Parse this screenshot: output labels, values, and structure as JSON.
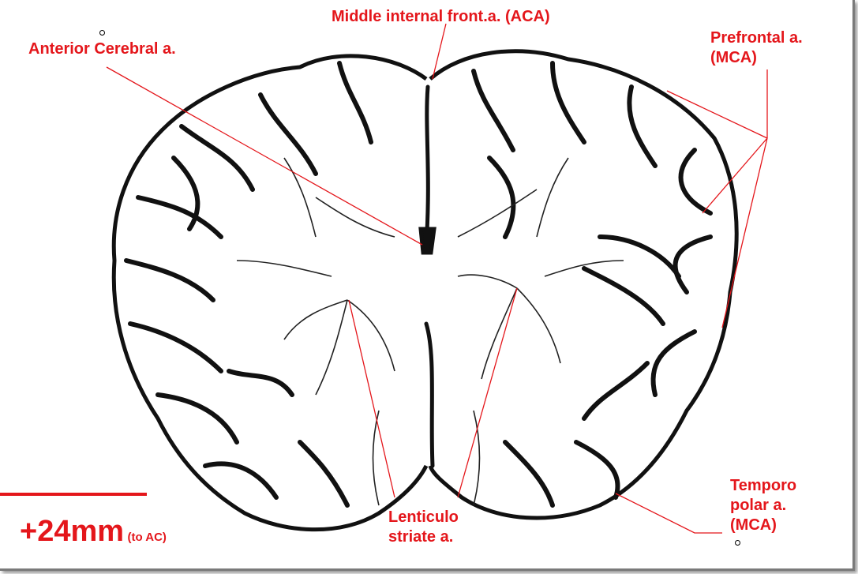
{
  "labels": {
    "middle_internal": "Middle internal front.a. (ACA)",
    "anterior_cerebral": "Anterior Cerebral a.",
    "prefrontal_line1": "Prefrontal a.",
    "prefrontal_line2": "(MCA)",
    "temporo_line1": "Temporo",
    "temporo_line2": "polar a.",
    "temporo_line3": "(MCA)",
    "lenticulo_line1": "Lenticulo",
    "lenticulo_line2": "striate a."
  },
  "scale": {
    "distance": "+24mm",
    "reference": "(to AC)"
  },
  "colors": {
    "annotation": "#e4161b",
    "vessels": "#0a0a0a",
    "background": "#ffffff"
  }
}
